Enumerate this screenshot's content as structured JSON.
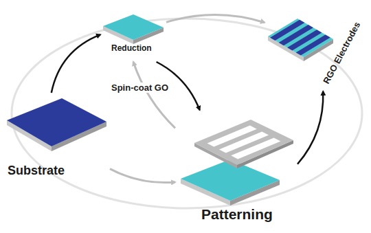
{
  "diagram": {
    "nodes": [
      {
        "text": [
          "Substrate"
        ]
      },
      {
        "text": [
          "Reduction"
        ]
      },
      {
        "text": [
          "RGO Electrodes"
        ]
      },
      {
        "text": [
          "Patterning"
        ]
      }
    ],
    "edges": [
      {
        "from": 0,
        "to": 1,
        "arrow": "to",
        "label": "Spin-coat GO"
      },
      {
        "from": 1,
        "to": 2,
        "arrow": "to"
      },
      {
        "from": 1,
        "to": 3,
        "arrow": "to"
      },
      {
        "from": 3,
        "to": 1,
        "arrow": "to"
      },
      {
        "from": 3,
        "to": 2,
        "arrow": "to"
      },
      {
        "from": 0,
        "to": 3,
        "arrow": "to"
      }
    ]
  }
}
